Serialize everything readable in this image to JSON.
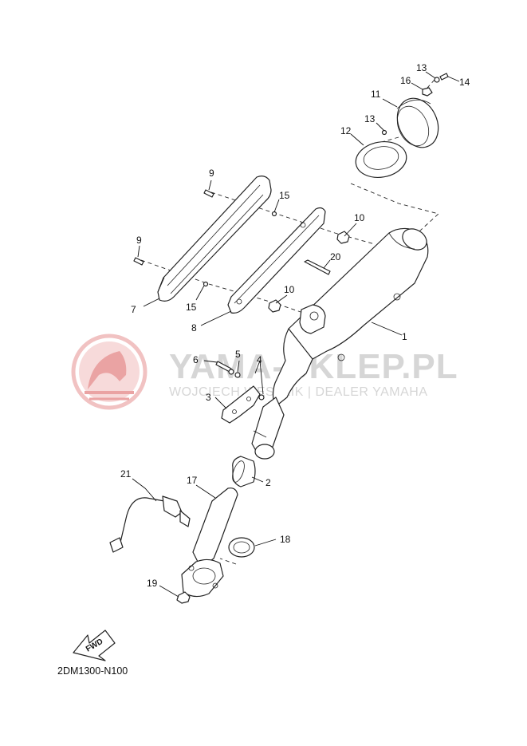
{
  "diagram_code": "2DM1300-N100",
  "watermark": {
    "title": "YAMA-SKLEP.PL",
    "subtitle": "WOJCIECH WESELIK | DEALER YAMAHA",
    "color": "#f0b9b9"
  },
  "direction_label": "FWD",
  "callouts": {
    "c1": "1",
    "c2": "2",
    "c3": "3",
    "c4": "4",
    "c5": "5",
    "c6": "6",
    "c7": "7",
    "c8": "8",
    "c9a": "9",
    "c9b": "9",
    "c10a": "10",
    "c10b": "10",
    "c11": "11",
    "c12": "12",
    "c13a": "13",
    "c13b": "13",
    "c14": "14",
    "c15a": "15",
    "c15b": "15",
    "c16": "16",
    "c17": "17",
    "c18": "18",
    "c19": "19",
    "c20": "20",
    "c21": "21"
  }
}
